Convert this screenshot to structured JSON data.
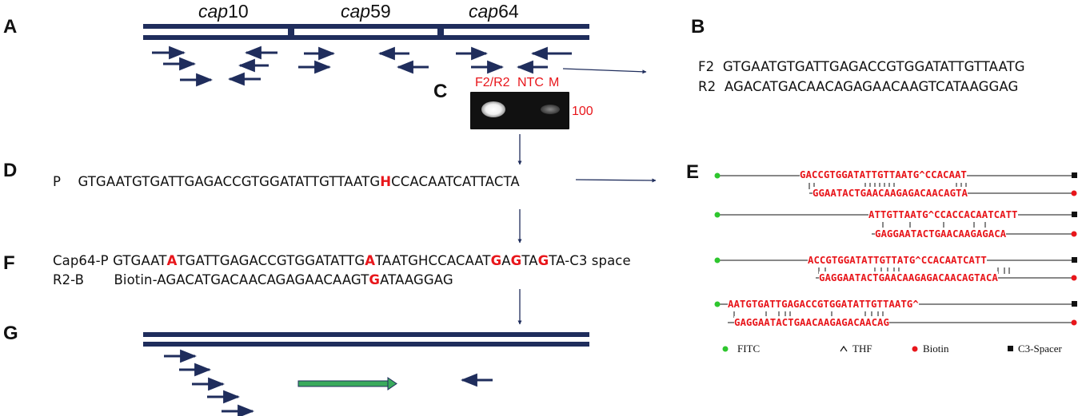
{
  "panels": {
    "a": "A",
    "b": "B",
    "c": "C",
    "d": "D",
    "e": "E",
    "f": "F",
    "g": "G"
  },
  "genes": [
    {
      "prefix": "cap",
      "num": "10"
    },
    {
      "prefix": "cap",
      "num": "59"
    },
    {
      "prefix": "cap",
      "num": "64"
    }
  ],
  "primers": {
    "f2_label": "F2",
    "f2_seq": "GTGAATGTGATTGAGACCGTGGATATTGTTAATG",
    "r2_label": "R2",
    "r2_seq": "AGACATGACAACAGAGAACAAGTCATAAGGAG"
  },
  "gel": {
    "lane1": "F2/R2",
    "lane2": "NTC",
    "lane3": "M",
    "marker": "100"
  },
  "probe": {
    "label": "P",
    "seq_a": "GTGAATGTGATTGAGACCGTGGATATTGTTAATG",
    "thf": "H",
    "seq_b": "CCACAATCATTACTA"
  },
  "modified": {
    "cap64_label": "Cap64-P",
    "cap64_parts": [
      "GTGAAT",
      "A",
      "TGATTGAGACCGTGGATATTG",
      "A",
      "TAATGHCCACAAT",
      "G",
      "A",
      "G",
      "TA",
      "G",
      "TA-C3 space"
    ],
    "r2b_label": "R2-B",
    "r2b_parts": [
      "Biotin-AGACATGACAACAGAGAACAAGT",
      "G",
      "ATAAGGAG"
    ]
  },
  "alignments": [
    {
      "top": "GACCGTGGATATTGTTAATG^CCACAAT",
      "bottom": "GGAATACTGAACAAGAGACAACAGTA"
    },
    {
      "top": "ATTGTTAATG^CCACCACAATCATT",
      "bottom": "GAGGAATACTGAACAAGAGACA"
    },
    {
      "top": "ACCGTGGATATTGTTATG^CCACAATCATT",
      "bottom": "GAGGAATACTGAACAAGAGACAACAGTACA"
    },
    {
      "top": "AATGTGATTGAGACCGTGGATATTGTTAATG^",
      "bottom": "GAGGAATACTGAACAAGAGACAACAG"
    }
  ],
  "legend": {
    "fitc": "FITC",
    "thf": "THF",
    "biotin": "Biotin",
    "c3": "C3-Spacer"
  },
  "colors": {
    "navy": "#1f2d5c",
    "red": "#e8161b",
    "green": "#2ec62e",
    "amplicon": "#3aaa5c"
  }
}
